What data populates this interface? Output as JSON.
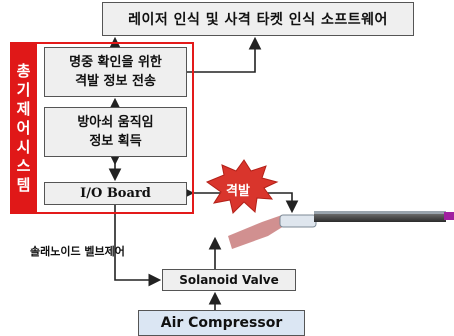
{
  "top": {
    "label": "레이저 인식 및 사격 타켓 인식 소프트웨어"
  },
  "side": {
    "chars": [
      "총",
      "기",
      "제",
      "어",
      "시",
      "스",
      "템"
    ]
  },
  "boxes": {
    "confirm_line1": "명중 확인을 위한",
    "confirm_line2": "격발 정보 전송",
    "motion_line1": "방아쇠 움직임",
    "motion_line2": "정보 획득",
    "io": "I/O Board",
    "valve": "Solanoid Valve",
    "compressor": "Air Compressor"
  },
  "labels": {
    "burst": "격발",
    "solenoid_control": "솔래노이드 벨브제어"
  },
  "colors": {
    "accent_red": "#e01818",
    "box_gray": "#efefef",
    "box_blue": "#dbe6f3",
    "burst_red": "#d9352c"
  }
}
